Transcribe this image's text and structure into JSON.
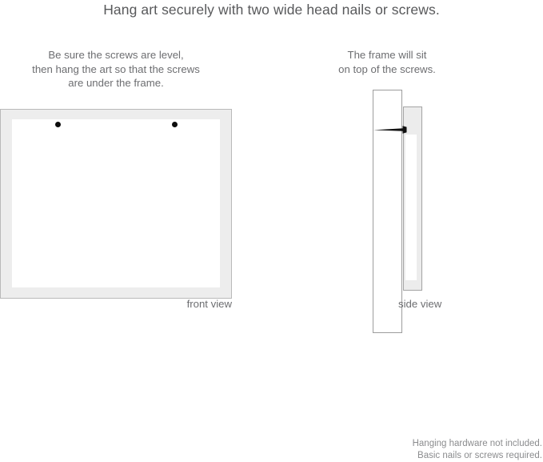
{
  "title": "Hang art securely with two wide head nails or screws.",
  "captions": {
    "left": {
      "lines": [
        "Be sure the screws are level,",
        "then hang the art so that the screws",
        "are under the frame."
      ]
    },
    "right": {
      "lines": [
        "The frame will sit",
        "on top of the screws."
      ]
    }
  },
  "diagrams": {
    "front": {
      "label": "front view",
      "screw_count": 2,
      "screw_color": "#0d0d0d",
      "frame_color": "#ededed",
      "frame_border_color": "#b9b9b9",
      "mat_color": "#ffffff"
    },
    "side": {
      "label": "side view",
      "wall_color": "#ffffff",
      "wall_border_color": "#9d9d9d",
      "frame_color": "#ececec",
      "frame_border_color": "#a3a3a3",
      "nail_color": "#111111"
    }
  },
  "footer": {
    "lines": [
      "Hanging hardware not included.",
      "Basic nails or screws required."
    ]
  }
}
